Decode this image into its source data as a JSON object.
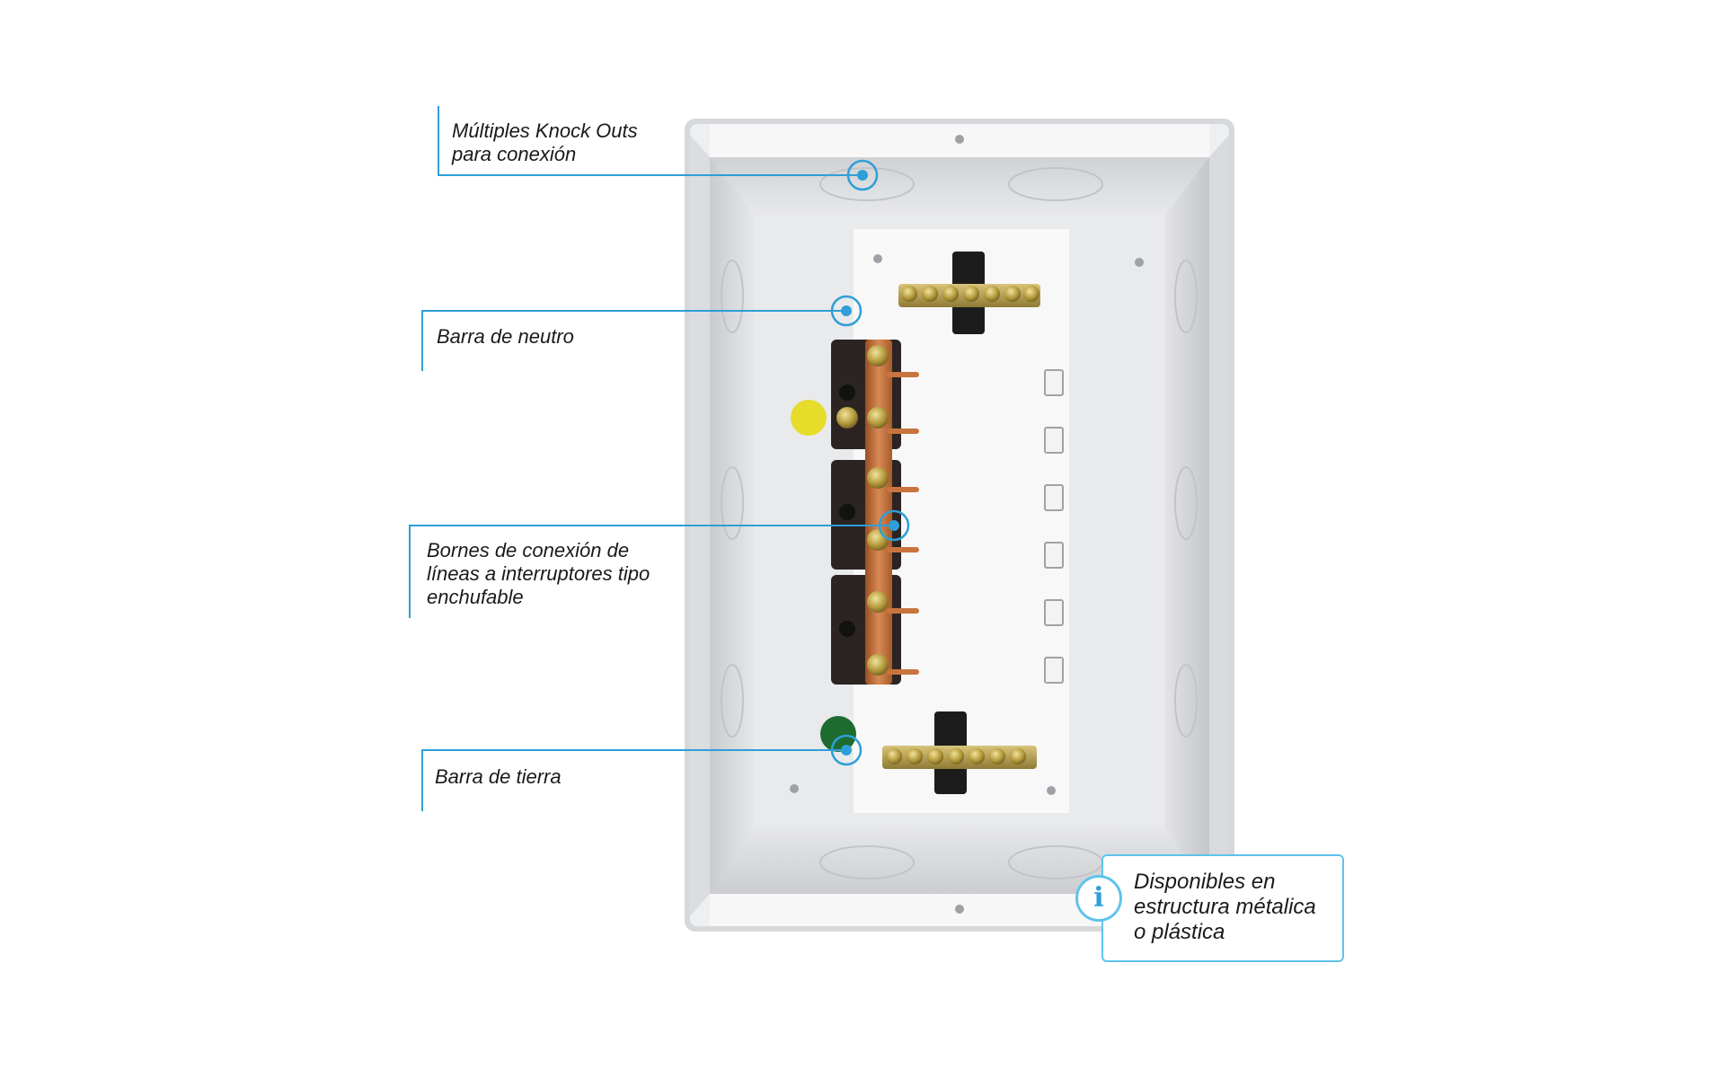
{
  "callouts": {
    "knockouts": {
      "line1": "Múltiples Knock Outs",
      "line2": "para conexión"
    },
    "neutral": {
      "text": "Barra de neutro"
    },
    "terminals": {
      "line1": "Bornes de conexión de",
      "line2": "líneas a interruptores tipo",
      "line3": "enchufable"
    },
    "ground": {
      "text": "Barra de tierra"
    }
  },
  "info": {
    "icon": "info-icon",
    "line1": "Disponibles en",
    "line2": "estructura métalica",
    "line3": "o plástica"
  },
  "colors": {
    "accent": "#2e9fd8",
    "accent_light": "#5fc3ec",
    "copper": "#c8733e",
    "neutral_marker": "#e6dc2a",
    "ground_marker": "#1e6b2f"
  }
}
